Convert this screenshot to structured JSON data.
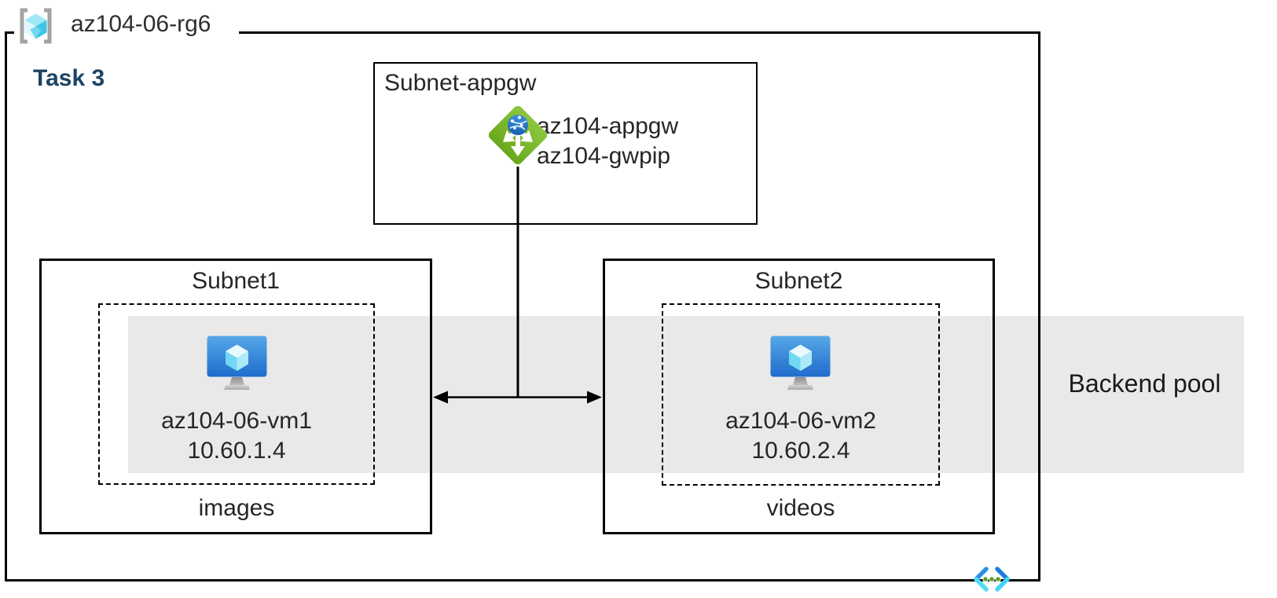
{
  "resource_group": {
    "label": "az104-06-rg6",
    "icon": "resource-group-icon"
  },
  "task_label": "Task 3",
  "appgw_box": {
    "label": "Subnet-appgw",
    "gateway_name": "az104-appgw",
    "public_ip_name": "az104-gwpip",
    "icon": "application-gateway-icon"
  },
  "subnet1": {
    "label": "Subnet1",
    "vm_name": "az104-06-vm1",
    "vm_ip": "10.60.1.4",
    "caption": "images",
    "icon": "virtual-machine-icon"
  },
  "subnet2": {
    "label": "Subnet2",
    "vm_name": "az104-06-vm2",
    "vm_ip": "10.60.2.4",
    "caption": "videos",
    "icon": "virtual-machine-icon"
  },
  "backend_pool": {
    "label": "Backend pool"
  },
  "vnet_icon": "virtual-network-icon",
  "colors": {
    "band_gray": "#e9e9e9",
    "task_blue": "#1c4465",
    "appgw_green": "#7cb829",
    "vm_blue_top": "#57a8e8",
    "vm_blue_bottom": "#1f6bcc",
    "cube_cyan": "#50e6ff",
    "vnet_blue": "#2f8ee5",
    "vnet_cyan": "#54dcf7",
    "dot_green": "#58a31f",
    "line_black": "#000000"
  }
}
